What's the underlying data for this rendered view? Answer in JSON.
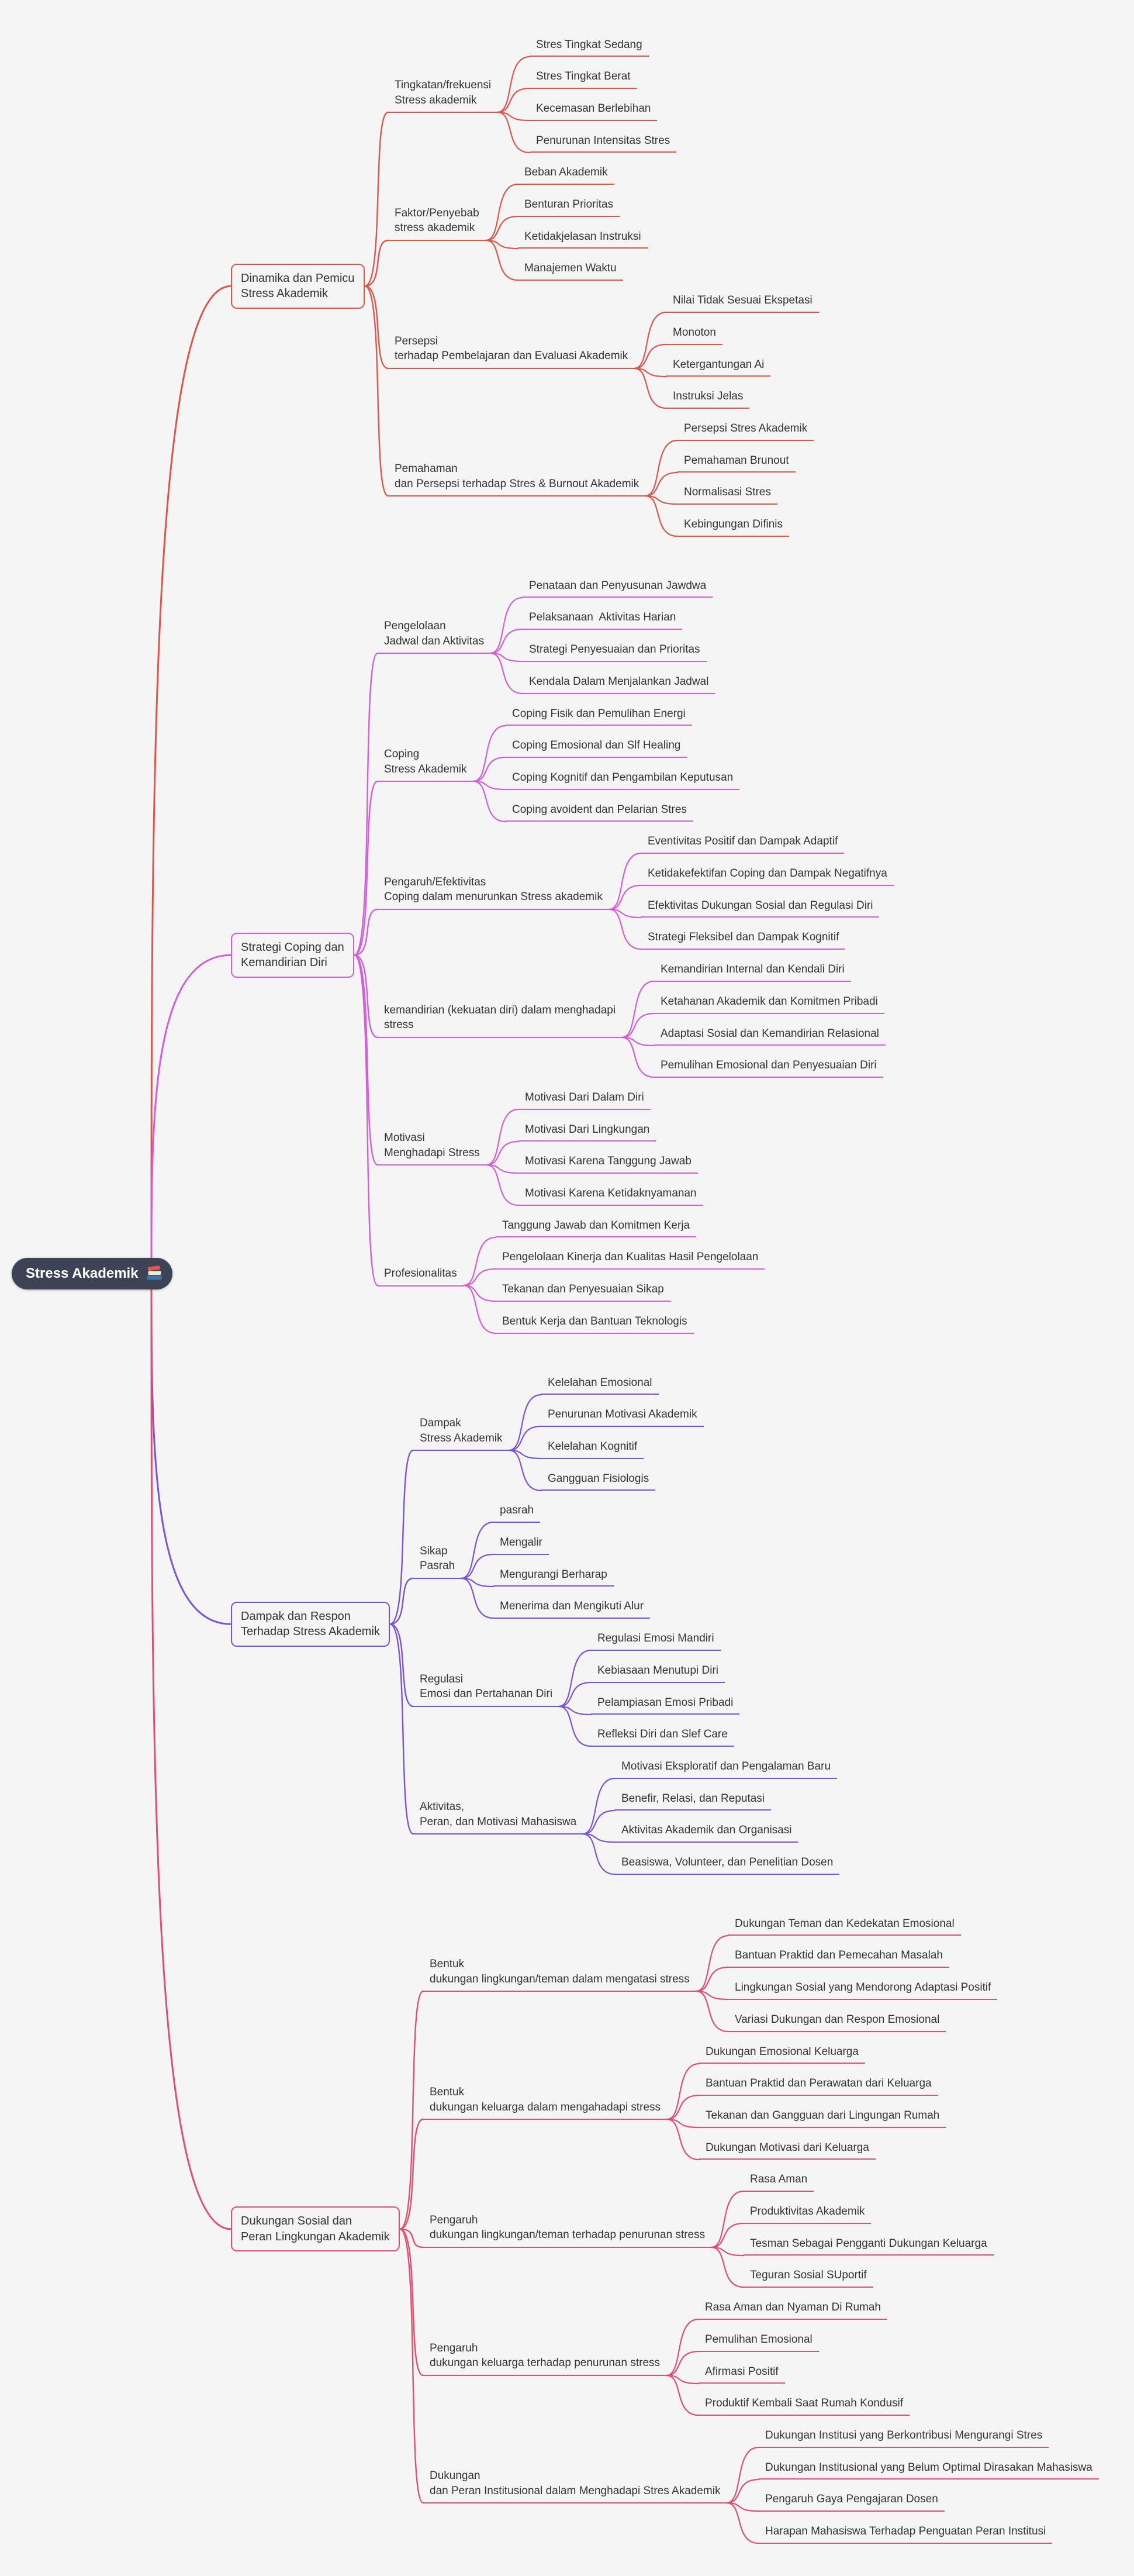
{
  "canvas": {
    "background": "#f5f5f6"
  },
  "root": {
    "label": "Stress Akademik",
    "pill_color": "#3d4355",
    "text_color": "#ffffff",
    "icon": "books-stack-icon"
  },
  "branches": [
    {
      "id": "dinamika-pemicu",
      "color": "#e0554a",
      "lines": [
        "Dinamika dan Pemicu",
        "Stress Akademik"
      ],
      "children": [
        {
          "lines": [
            "Tingkatan/frekuensi",
            "Stress akademik"
          ],
          "leaves": [
            "Stres Tingkat Sedang",
            "Stres Tingkat Berat",
            "Kecemasan Berlebihan",
            "Penurunan Intensitas Stres"
          ]
        },
        {
          "lines": [
            "Faktor/Penyebab",
            "stress akademik"
          ],
          "leaves": [
            "Beban Akademik",
            "Benturan Prioritas",
            "Ketidakjelasan Instruksi",
            "Manajemen Waktu"
          ]
        },
        {
          "lines": [
            "Persepsi",
            "terhadap Pembelajaran dan Evaluasi Akademik"
          ],
          "leaves": [
            "Nilai Tidak Sesuai Ekspetasi",
            "Monoton",
            "Ketergantungan Ai",
            "Instruksi Jelas"
          ]
        },
        {
          "lines": [
            "Pemahaman",
            "dan Persepsi terhadap Stres & Burnout Akademik"
          ],
          "leaves": [
            "Persepsi Stres Akademik",
            "Pemahaman Brunout",
            "Normalisasi Stres",
            "Kebingungan Difinis"
          ]
        }
      ]
    },
    {
      "id": "strategi-coping",
      "color": "#d45ddb",
      "lines": [
        "Strategi Coping dan",
        "Kemandirian Diri"
      ],
      "children": [
        {
          "lines": [
            "Pengelolaan",
            "Jadwal dan Aktivitas"
          ],
          "leaves": [
            "Penataan dan Penyusunan Jawdwa",
            "Pelaksanaan  Aktivitas Harian",
            "Strategi Penyesuaian dan Prioritas",
            "Kendala Dalam Menjalankan Jadwal"
          ]
        },
        {
          "lines": [
            "Coping",
            "Stress Akademik"
          ],
          "leaves": [
            "Coping Fisik dan Pemulihan Energi",
            "Coping Emosional dan Slf Healing",
            "Coping Kognitif dan Pengambilan Keputusan",
            "Coping avoident dan Pelarian Stres"
          ]
        },
        {
          "lines": [
            "Pengaruh/Efektivitas",
            "Coping dalam menurunkan Stress akademik"
          ],
          "leaves": [
            "Eventivitas Positif dan Dampak Adaptif",
            "Ketidakefektifan Coping dan Dampak Negatifnya",
            "Efektivitas Dukungan Sosial dan Regulasi Diri",
            "Strategi Fleksibel dan Dampak Kognitif"
          ]
        },
        {
          "lines": [
            "kemandirian (kekuatan diri) dalam menghadapi",
            "stress"
          ],
          "leaves": [
            "Kemandirian Internal dan Kendali Diri",
            "Ketahanan Akademik dan Komitmen Pribadi",
            "Adaptasi Sosial dan Kemandirian Relasional",
            "Pemulihan Emosional dan Penyesuaian Diri"
          ]
        },
        {
          "lines": [
            "Motivasi",
            "Menghadapi Stress"
          ],
          "leaves": [
            "Motivasi Dari Dalam Diri",
            "Motivasi Dari Lingkungan",
            "Motivasi Karena Tanggung Jawab",
            "Motivasi Karena Ketidaknyamanan"
          ]
        },
        {
          "lines": [
            "Profesionalitas"
          ],
          "leaves": [
            "Tanggung Jawab dan Komitmen Kerja",
            "Pengelolaan Kinerja dan Kualitas Hasil Pengelolaan",
            "Tekanan dan Penyesuaian Sikap",
            "Bentuk Kerja dan Bantuan Teknologis"
          ]
        }
      ]
    },
    {
      "id": "dampak-respon",
      "color": "#7a52e0",
      "lines": [
        "Dampak dan Respon",
        "Terhadap Stress Akademik"
      ],
      "children": [
        {
          "lines": [
            "Dampak",
            "Stress Akademik"
          ],
          "leaves": [
            "Kelelahan Emosional",
            "Penurunan Motivasi Akademik",
            "Kelelahan Kognitif",
            "Gangguan Fisiologis"
          ]
        },
        {
          "lines": [
            "Sikap",
            "Pasrah"
          ],
          "leaves": [
            "pasrah",
            "Mengalir",
            "Mengurangi Berharap",
            "Menerima dan Mengikuti Alur"
          ]
        },
        {
          "lines": [
            "Regulasi",
            "Emosi dan Pertahanan Diri"
          ],
          "leaves": [
            "Regulasi Emosi Mandiri",
            "Kebiasaan Menutupi Diri",
            "Pelampiasan Emosi Pribadi",
            "Refleksi Diri dan Slef Care"
          ]
        },
        {
          "lines": [
            "Aktivitas,",
            "Peran, dan Motivasi Mahasiswa"
          ],
          "leaves": [
            "Motivasi Eksploratif dan Pengalaman Baru",
            "Benefir, Relasi, dan Reputasi",
            "Aktivitas Akademik dan Organisasi",
            "Beasiswa, Volunteer, dan Penelitian Dosen"
          ]
        }
      ]
    },
    {
      "id": "dukungan-sosial",
      "color": "#e04f6e",
      "lines": [
        "Dukungan Sosial dan",
        "Peran Lingkungan Akademik"
      ],
      "children": [
        {
          "lines": [
            "Bentuk",
            "dukungan lingkungan/teman dalam mengatasi stress"
          ],
          "leaves": [
            "Dukungan Teman dan Kedekatan Emosional",
            "Bantuan Praktid dan Pemecahan Masalah",
            "Lingkungan Sosial yang Mendorong Adaptasi Positif",
            "Variasi Dukungan dan Respon Emosional"
          ]
        },
        {
          "lines": [
            "Bentuk",
            "dukungan keluarga dalam mengahadapi stress"
          ],
          "leaves": [
            "Dukungan Emosional Keluarga",
            "Bantuan Praktid dan Perawatan dari Keluarga",
            "Tekanan dan Gangguan dari Lingungan Rumah",
            "Dukungan Motivasi dari Keluarga"
          ]
        },
        {
          "lines": [
            "Pengaruh",
            "dukungan lingkungan/teman terhadap penurunan stress"
          ],
          "leaves": [
            "Rasa Aman",
            "Produktivitas Akademik",
            "Tesman Sebagai Pengganti Dukungan Keluarga",
            "Teguran Sosial SUportif"
          ]
        },
        {
          "lines": [
            "Pengaruh",
            "dukungan keluarga terhadap penurunan stress"
          ],
          "leaves": [
            "Rasa Aman dan Nyaman Di Rumah",
            "Pemulihan Emosional",
            "Afirmasi Positif",
            "Produktif Kembali Saat Rumah Kondusif"
          ]
        },
        {
          "lines": [
            "Dukungan",
            "dan Peran Institusional dalam Menghadapi Stres Akademik"
          ],
          "leaves": [
            "Dukungan Institusi yang Berkontribusi Mengurangi Stres",
            "Dukungan Institusional yang Belum Optimal Dirasakan Mahasiswa",
            "Pengaruh Gaya Pengajaran Dosen",
            "Harapan Mahasiswa Terhadap Penguatan Peran Institusi"
          ]
        }
      ]
    }
  ]
}
